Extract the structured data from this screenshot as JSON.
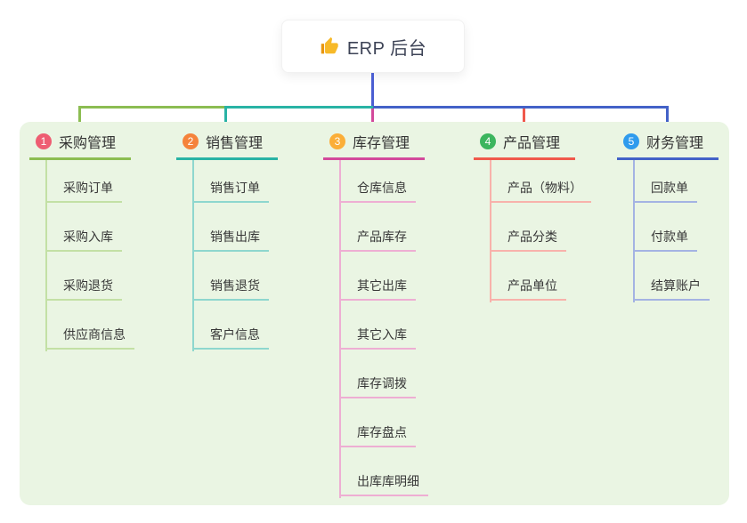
{
  "root": {
    "label": "ERP 后台",
    "icon": "thumbs-up-icon"
  },
  "branches": [
    {
      "badge": "1",
      "label": "采购管理",
      "children": [
        "采购订单",
        "采购入库",
        "采购退货",
        "供应商信息"
      ]
    },
    {
      "badge": "2",
      "label": "销售管理",
      "children": [
        "销售订单",
        "销售出库",
        "销售退货",
        "客户信息"
      ]
    },
    {
      "badge": "3",
      "label": "库存管理",
      "children": [
        "仓库信息",
        "产品库存",
        "其它出库",
        "其它入库",
        "库存调拨",
        "库存盘点",
        "出库库明细"
      ]
    },
    {
      "badge": "4",
      "label": "产品管理",
      "children": [
        "产品（物料）",
        "产品分类",
        "产品单位"
      ]
    },
    {
      "badge": "5",
      "label": "财务管理",
      "children": [
        "回款单",
        "付款单",
        "结算账户"
      ]
    }
  ],
  "colors": {
    "panel-bg": "#eaf5e3",
    "root-connector": "#4a5ed2",
    "branch1": "#8cbd52",
    "branch1-light": "#c3e0a5",
    "badge1": "#ee5d72",
    "branch2": "#29b3a5",
    "branch2-light": "#8ed7ce",
    "badge2": "#f5833b",
    "branch3": "#d3499b",
    "branch3-light": "#eeaed3",
    "badge3": "#fbae38",
    "bran4_note": "",
    "branch4": "#f0594c",
    "branch4-light": "#f8b2ab",
    "badge4": "#3cb55e",
    "branch5": "#4362c8",
    "branch5-light": "#a4b3e3",
    "badge5": "#2f9bed"
  }
}
